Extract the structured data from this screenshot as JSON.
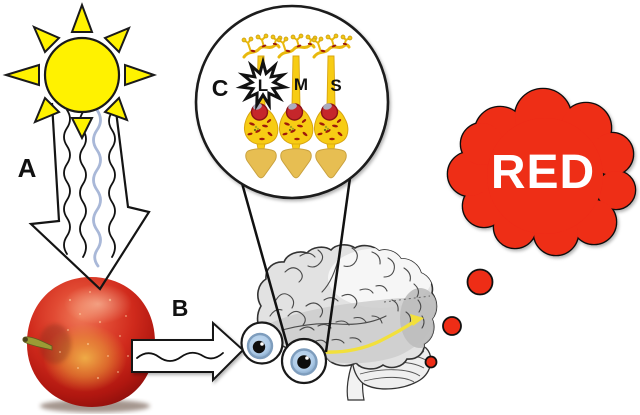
{
  "labels": {
    "step_a": "A",
    "step_b": "B",
    "step_c": "C",
    "cone_l": "L",
    "cone_m": "M",
    "cone_s": "S"
  },
  "thought_bubble": {
    "text": "RED"
  },
  "colors": {
    "sun_yellow": "#FFF200",
    "bubble_red": "#EE2D16",
    "cone_yellow": "#F7CC14",
    "cone_outer_segment": "#E7BE52",
    "cone_nucleus_red": "#C5262B",
    "iris_blue": "#AECBE8",
    "brain_gray": "#E2E2E2",
    "light_wave_blue": "#A9B8D8",
    "apple_red": "#D02A1C",
    "neural_signal_yellow": "#F2E03C"
  }
}
